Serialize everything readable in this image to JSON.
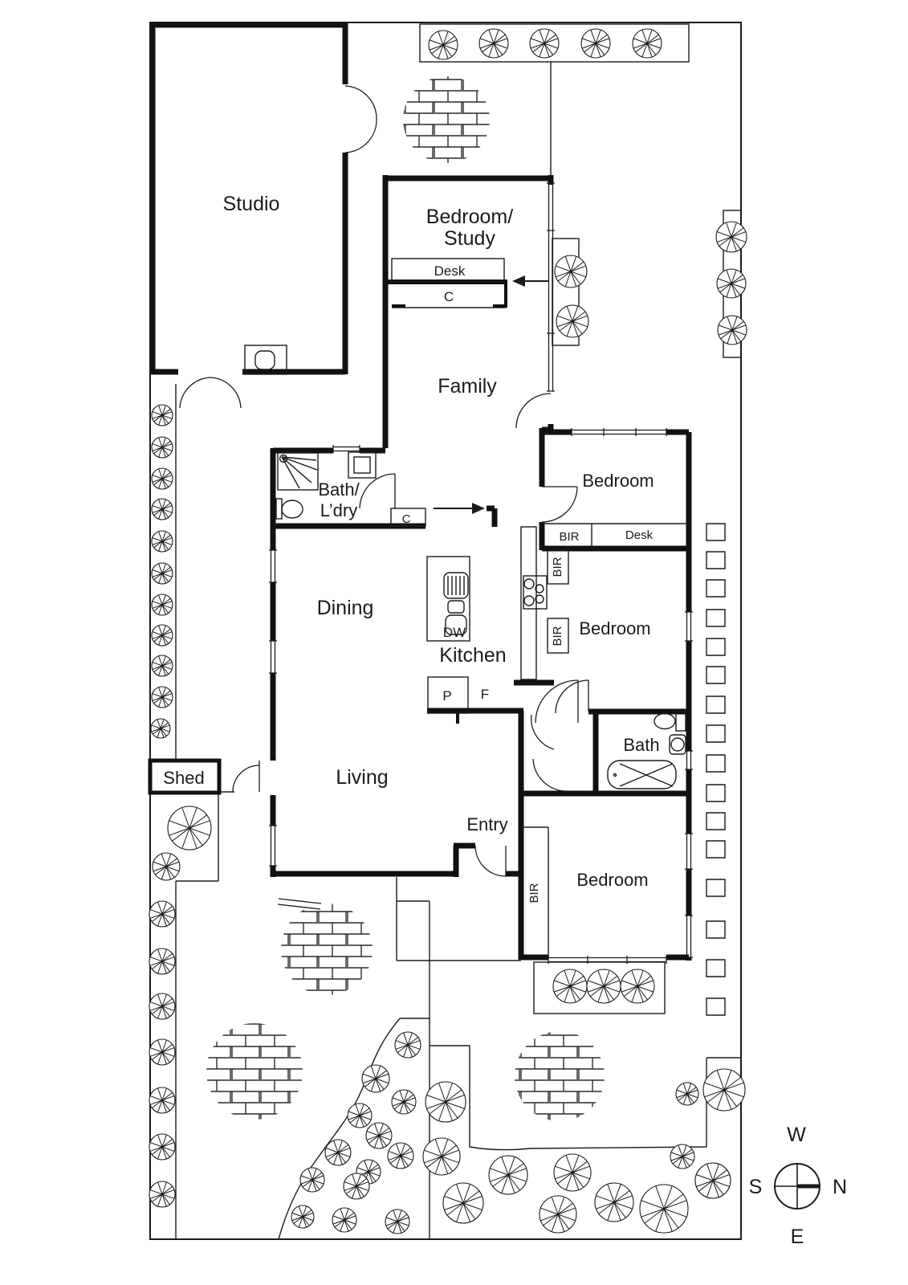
{
  "diagram": {
    "type": "residential-floor-plan",
    "rooms": {
      "studio": "Studio",
      "bedroom_study": [
        "Bedroom/",
        "Study"
      ],
      "family": "Family",
      "bath_laundry": [
        "Bath/",
        "L’dry"
      ],
      "dining": "Dining",
      "kitchen": "Kitchen",
      "living": "Living",
      "entry": "Entry",
      "bedroom_north": "Bedroom",
      "bedroom_middle": "Bedroom",
      "bedroom_south": "Bedroom",
      "bathroom": "Bath",
      "shed": "Shed"
    },
    "fixtures": {
      "study_desk": "Desk",
      "study_cupboard": "C",
      "hall_cupboard": "C",
      "dishwasher": "DW",
      "pantry": "P",
      "fridge": "F",
      "robe_north": "BIR",
      "bedroom_desk": "Desk",
      "robe_mid_upper": "BIR",
      "robe_mid_lower": "BIR",
      "robe_south": "BIR"
    },
    "compass": {
      "west": "W",
      "north": "N",
      "south": "S",
      "east": "E"
    }
  }
}
